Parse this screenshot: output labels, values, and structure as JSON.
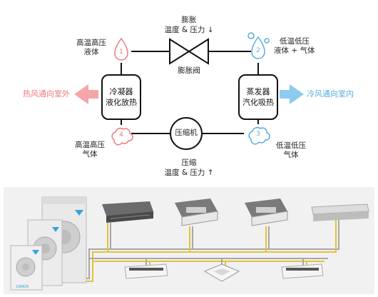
{
  "cycle": {
    "expansion_top": [
      "膨胀",
      "温度 & 压力 ↓"
    ],
    "expansion_valve": "膨胀阀",
    "compressor": "压缩机",
    "compression_bottom": [
      "压缩",
      "温度 & 压力 ↑"
    ],
    "condenser": [
      "冷凝器",
      "液化放热"
    ],
    "evaporator": [
      "蒸发器",
      "汽化吸热"
    ],
    "point1_label": [
      "高温高压",
      "液体"
    ],
    "point2_label": [
      "低温低压",
      "液体 + 气体"
    ],
    "point3_label": [
      "低温低压",
      "气体"
    ],
    "point4_label": [
      "高温高压",
      "气体"
    ],
    "points": [
      "1",
      "2",
      "3",
      "4"
    ],
    "warm_air": "热风通向室外",
    "cool_air": "冷风通向室内",
    "colors": {
      "warm": "#f0787a",
      "cool": "#55aee0",
      "line": "#111111"
    }
  },
  "system": {
    "brand": "DAIKIN",
    "outdoor_units": 3,
    "indoor_units_top": [
      "ducted-unit",
      "ceiling-cassette-1way",
      "ceiling-cassette-1way",
      "ducted-unit"
    ],
    "indoor_units_bottom": [
      "wall-mounted-unit",
      "ceiling-cassette-4way",
      "wall-mounted-unit"
    ],
    "colors": {
      "pipe_yellow": "#e3c23a",
      "pipe_grey": "#a7a7a7",
      "background": "#f1f1f1"
    }
  }
}
